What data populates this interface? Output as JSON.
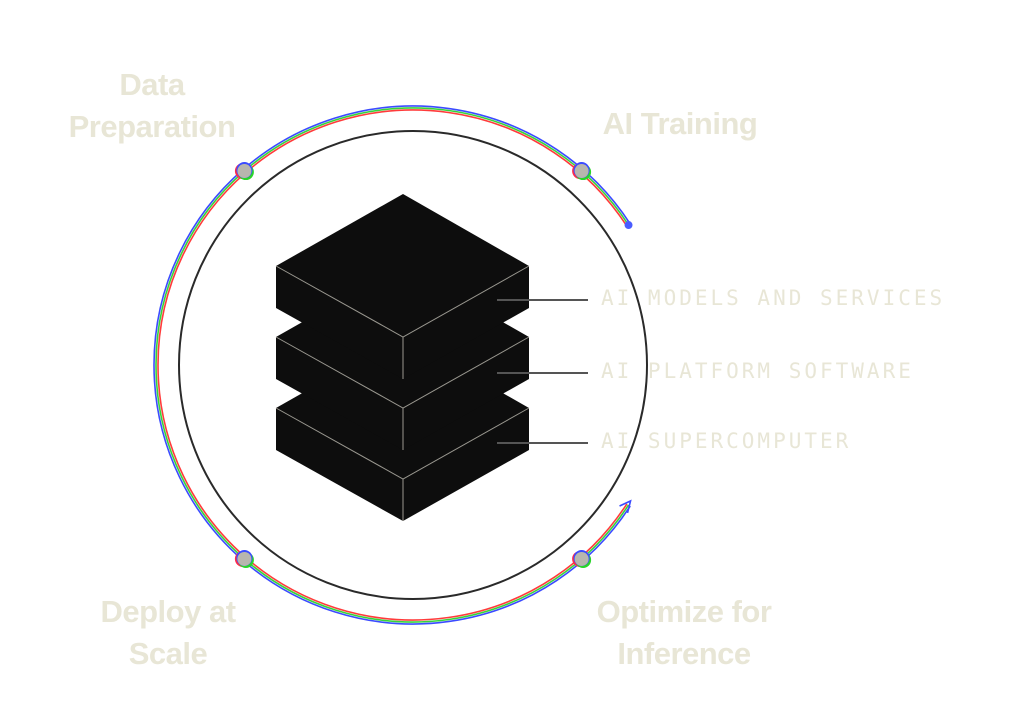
{
  "stages": [
    {
      "line1": "Data",
      "line2": "Preparation"
    },
    {
      "line1": "AI Training"
    },
    {
      "line1": "Deploy at",
      "line2": "Scale"
    },
    {
      "line1": "Optimize for",
      "line2": "Inference"
    }
  ],
  "layers": [
    "AI MODELS AND SERVICES",
    "AI PLATFORM SOFTWARE",
    "AI SUPERCOMPUTER"
  ],
  "colors": {
    "label": "#e8e6d6",
    "block": "#0d0d0d",
    "node": "#b8b6ae"
  }
}
